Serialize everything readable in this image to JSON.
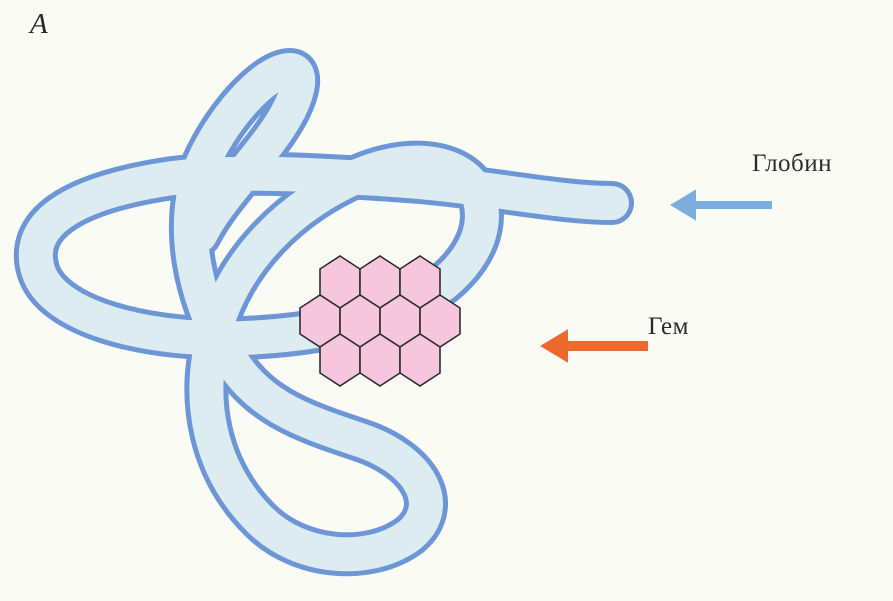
{
  "diagram": {
    "panel_letter": "A",
    "labels": {
      "globin": "Глобин",
      "heme": "Гем"
    },
    "colors": {
      "background": "#fbfbf5",
      "chain_fill": "#dcecf1",
      "chain_outline": "#6d96d6",
      "heme_fill": "#f5c6dc",
      "heme_outline": "#2d2d2d",
      "globin_arrow": "#7aaedf",
      "heme_arrow": "#ee6a2c"
    },
    "heme_hexagon_rows": [
      3,
      4,
      3
    ]
  }
}
